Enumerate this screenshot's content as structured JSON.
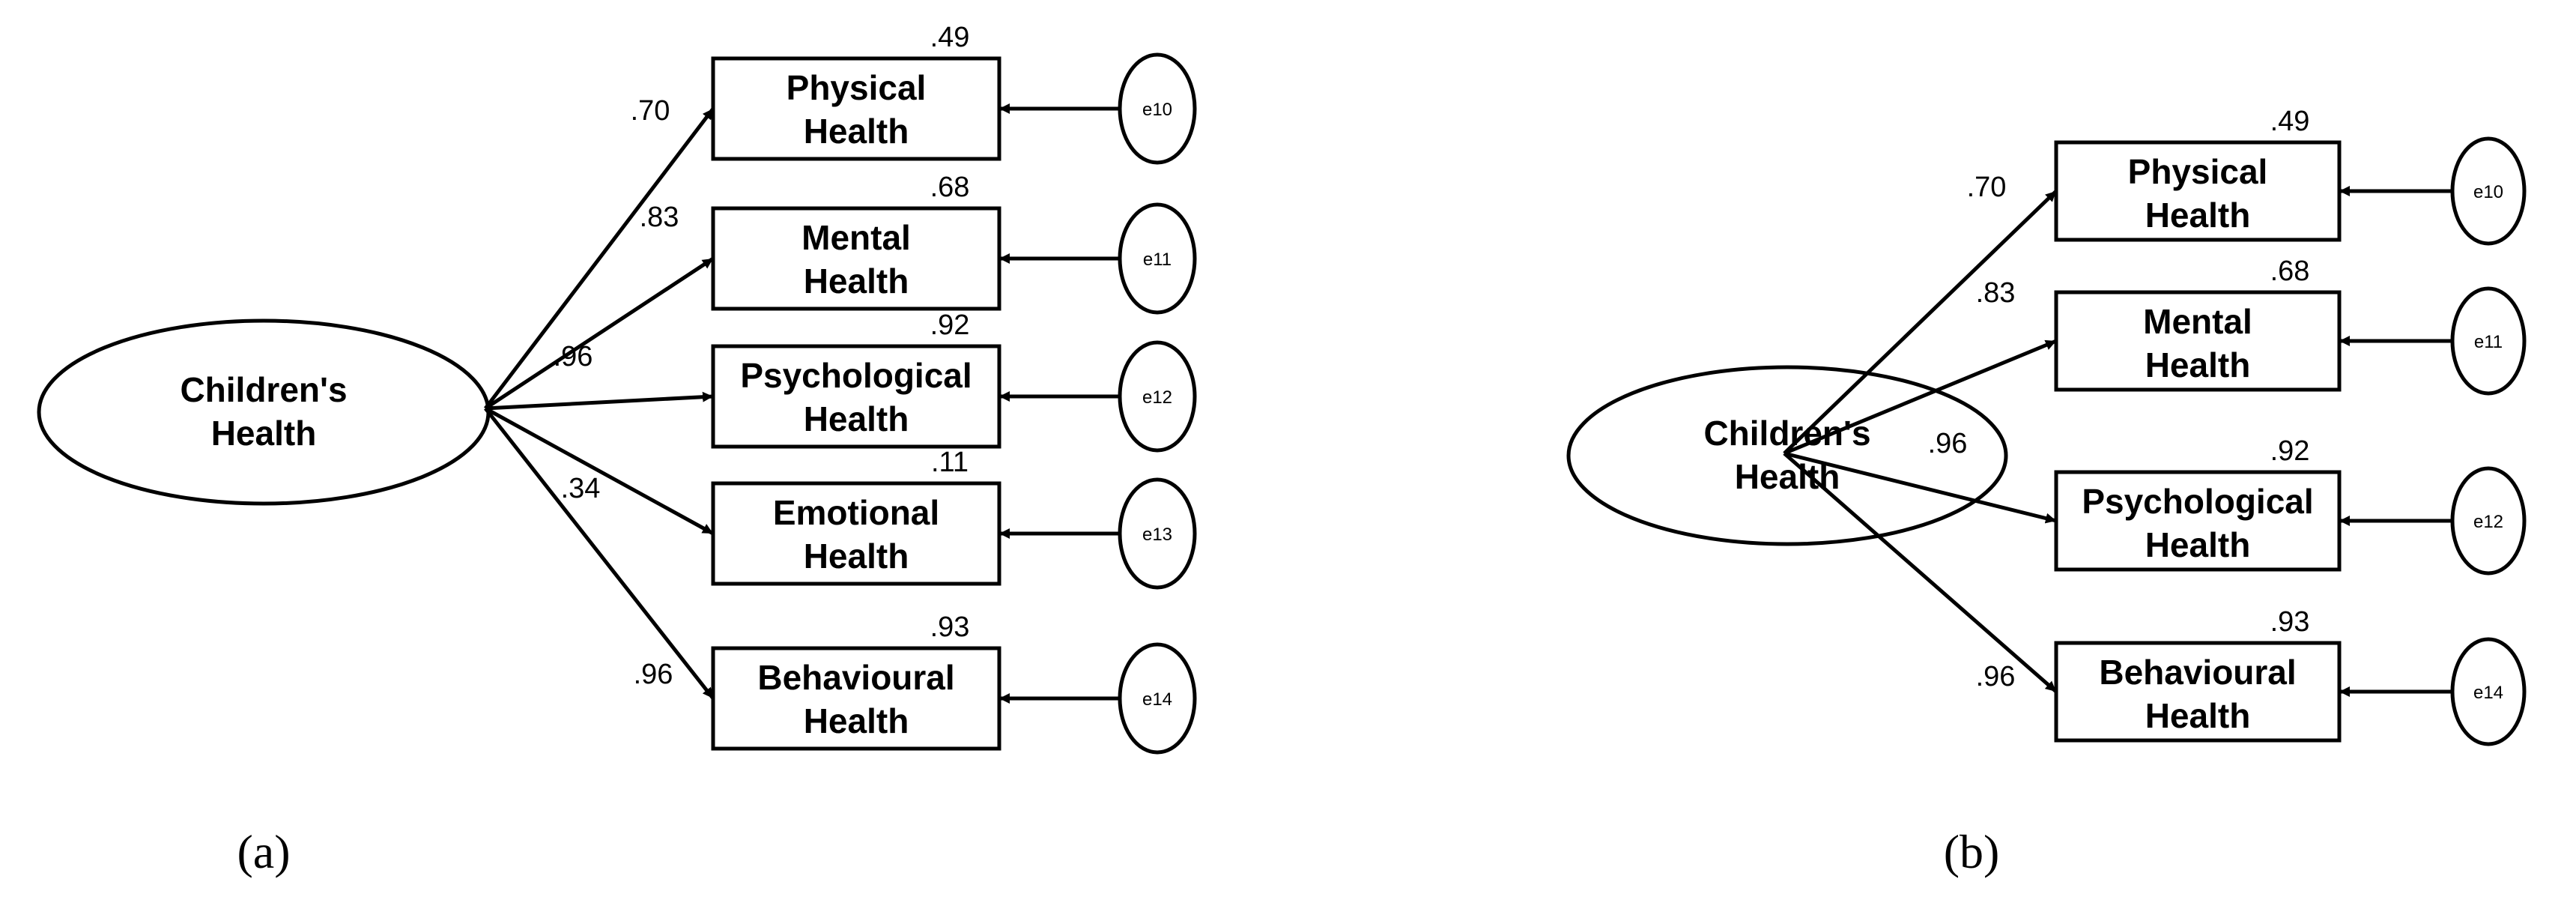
{
  "panels": [
    {
      "label": "(a)",
      "latent": [
        "Children's",
        "Health"
      ],
      "indicators": [
        {
          "lines": [
            "Physical",
            "Health"
          ],
          "loading": ".70",
          "r2": ".49",
          "error": "e10"
        },
        {
          "lines": [
            "Mental",
            "Health"
          ],
          "loading": ".83",
          "r2": ".68",
          "error": "e11"
        },
        {
          "lines": [
            "Psychological",
            "Health"
          ],
          "loading": ".96",
          "r2": ".92",
          "error": "e12"
        },
        {
          "lines": [
            "Emotional",
            "Health"
          ],
          "loading": ".34",
          "r2": ".11",
          "error": "e13"
        },
        {
          "lines": [
            "Behavioural",
            "Health"
          ],
          "loading": ".96",
          "r2": ".93",
          "error": "e14"
        }
      ]
    },
    {
      "label": "(b)",
      "latent": [
        "Children's",
        "Health"
      ],
      "indicators": [
        {
          "lines": [
            "Physical",
            "Health"
          ],
          "loading": ".70",
          "r2": ".49",
          "error": "e10"
        },
        {
          "lines": [
            "Mental",
            "Health"
          ],
          "loading": ".83",
          "r2": ".68",
          "error": "e11"
        },
        {
          "lines": [
            "Psychological",
            "Health"
          ],
          "loading": ".96",
          "r2": ".92",
          "error": "e12"
        },
        {
          "lines": [
            "Behavioural",
            "Health"
          ],
          "loading": ".96",
          "r2": ".93",
          "error": "e14"
        }
      ]
    }
  ]
}
